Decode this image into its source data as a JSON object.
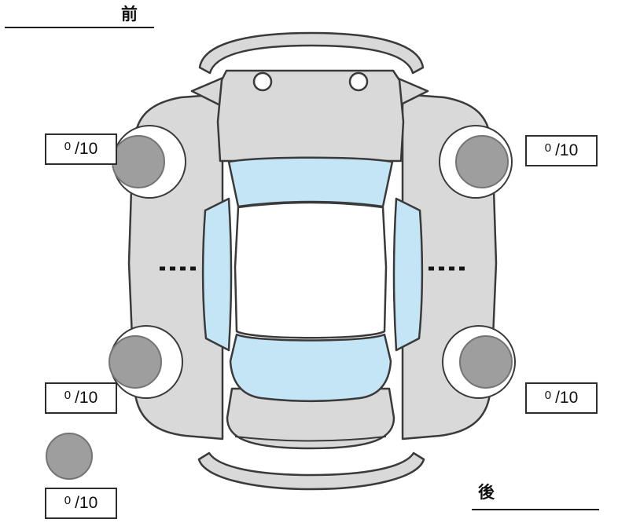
{
  "labels": {
    "front": "前",
    "rear": "後"
  },
  "tread_scores": {
    "front_left": {
      "value": "0",
      "denominator": "/10"
    },
    "front_right": {
      "value": "0",
      "denominator": "/10"
    },
    "rear_left": {
      "value": "0",
      "denominator": "/10"
    },
    "rear_right": {
      "value": "0",
      "denominator": "/10"
    },
    "spare": {
      "value": "0",
      "denominator": "/10"
    }
  },
  "colors": {
    "outline": "#3a3a3a",
    "body_fill": "#d9d9d9",
    "glass_fill": "#c4e5f5",
    "tire_fill": "#9e9e9e",
    "tire_stroke": "#747474",
    "background": "#ffffff"
  }
}
